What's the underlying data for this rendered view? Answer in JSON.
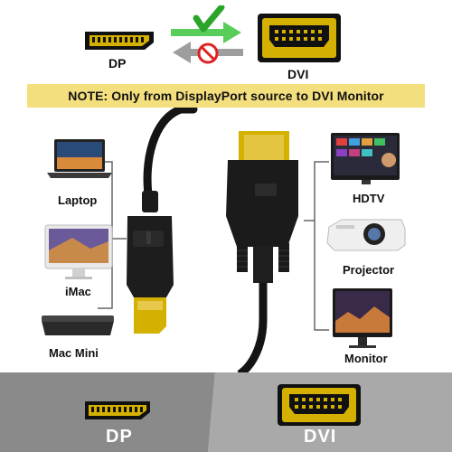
{
  "top": {
    "dp_label": "DP",
    "dvi_label": "DVI",
    "check_icon": "check-icon",
    "no_icon": "prohibited-icon"
  },
  "note": {
    "text": "NOTE:  Only from DisplayPort source to DVI Monitor"
  },
  "sources": [
    {
      "label": "Laptop",
      "icon": "laptop-icon"
    },
    {
      "label": "iMac",
      "icon": "imac-icon"
    },
    {
      "label": "Mac Mini",
      "icon": "mac-mini-icon"
    }
  ],
  "displays": [
    {
      "label": "HDTV",
      "icon": "tv-icon"
    },
    {
      "label": "Projector",
      "icon": "projector-icon"
    },
    {
      "label": "Monitor",
      "icon": "monitor-icon"
    }
  ],
  "bottom": {
    "dp_label": "DP",
    "dvi_label": "DVI"
  },
  "colors": {
    "note_bg": "#f4df7e",
    "gold": "#d4b100",
    "cable": "#141414",
    "arrow_green": "#3cc43c",
    "arrow_gray": "#9e9e9e",
    "no_red": "#e02020",
    "band_left": "#8a8a8a",
    "band_right": "#a9a9a9"
  }
}
